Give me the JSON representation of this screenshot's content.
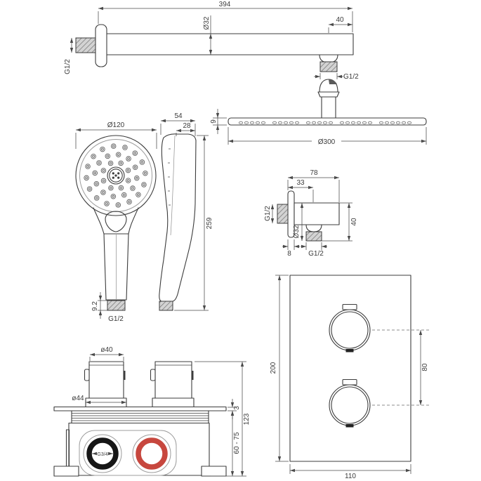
{
  "drawing": {
    "background": "#ffffff",
    "line_color": "#3c3c3c",
    "port_rings": {
      "left_color": "#161616",
      "right_color": "#c7473e"
    }
  },
  "shower_arm": {
    "length": "394",
    "tube_diameter": "Ø32",
    "end_offset": "40",
    "wall_thread": "G1/2",
    "outlet_thread": "G1/2"
  },
  "overhead_shower": {
    "plate_thickness": "9",
    "plate_diameter": "Ø300"
  },
  "hand_shower": {
    "face_diameter": "Ø120",
    "head_depth": "54",
    "head_thickness": "28",
    "length": "259",
    "thread_length": "9.2",
    "thread": "G1/2"
  },
  "wall_outlet": {
    "overall_width": "78",
    "outlet_offset": "33",
    "wall_thread": "G1/2",
    "body_diameter": "Ø32",
    "height": "40",
    "flange_thickness": "8",
    "outlet_thread": "G1/2"
  },
  "mixer_valve": {
    "knob_diameter": "ø40",
    "knob_base_diameter": "ø44",
    "plate_thickness": "3",
    "mounting_depth": "60 - 75",
    "total_height": "123",
    "inlet_thread": "G3/4"
  },
  "cover_plate": {
    "height": "200",
    "width": "110",
    "knob_spacing": "80"
  }
}
